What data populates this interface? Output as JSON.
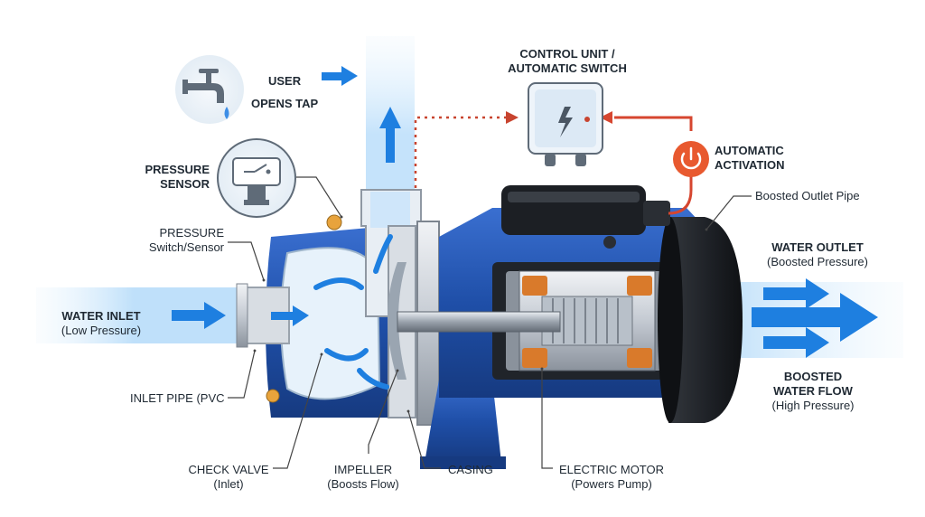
{
  "labels": {
    "user_opens_tap": {
      "line1": "USER",
      "line2": "OPENS TAP"
    },
    "control_unit": {
      "line1": "CONTROL UNIT /",
      "line2": "AUTOMATIC SWITCH"
    },
    "automatic_activation": {
      "line1": "AUTOMATIC",
      "line2": "ACTIVATION"
    },
    "pressure_sensor": {
      "line1": "PRESSURE",
      "line2": "SENSOR"
    },
    "boosted_outlet_pipe": "Boosted Outlet Pipe",
    "pressure_switch": {
      "line1": "PRESSURE",
      "line2": "Switch/Sensor"
    },
    "water_outlet": {
      "line1": "WATER OUTLET",
      "line2": "(Boosted Pressure)"
    },
    "water_inlet": {
      "line1": "WATER INLET",
      "line2": "(Low Pressure)"
    },
    "boosted_water_flow": {
      "line1": "BOOSTED",
      "line2": "WATER FLOW",
      "line3": "(High Pressure)"
    },
    "inlet_pipe": "INLET PIPE (PVC",
    "check_valve": {
      "line1": "CHECK VALVE",
      "line2": "(Inlet)"
    },
    "impeller": {
      "line1": "IMPELLER",
      "line2": "(Boosts Flow)"
    },
    "casing": "CASING",
    "electric_motor": {
      "line1": "ELECTRIC MOTOR",
      "line2": "(Powers Pump)"
    }
  },
  "colors": {
    "pump_blue": "#1f4fa8",
    "water_light": "#cfe8fb",
    "flow_arrow": "#1e7fe0",
    "motor_black": "#1c1f24",
    "signal_red": "#d6462f",
    "power_orange": "#e8592f"
  },
  "icons": [
    "tap-icon",
    "pressure-sensor-icon",
    "control-box-icon",
    "power-button-icon"
  ]
}
